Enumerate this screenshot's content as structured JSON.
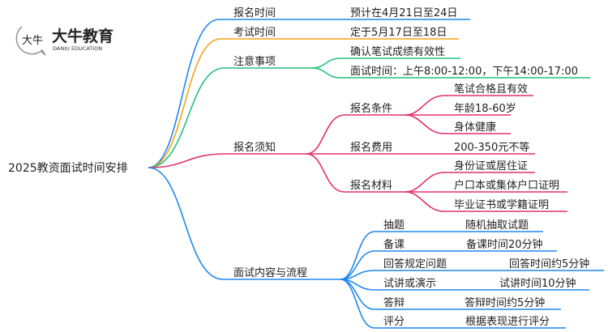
{
  "logo": {
    "cn": "大牛教育",
    "en": "DANIU EDUCATION",
    "mark": "大牛"
  },
  "root": "2025教资面试时间安排",
  "colors": {
    "blue": "#1f87f0",
    "orange": "#f5a31a",
    "green": "#22c27a",
    "crimson": "#e2306f"
  },
  "branches": {
    "signup_time": {
      "label": "报名时间",
      "value": "预计在4月21日至24日"
    },
    "exam_time": {
      "label": "考试时间",
      "value": "定于5月17日至18日"
    },
    "notes": {
      "label": "注意事项",
      "items": [
        "确认笔试成绩有效性",
        "面试时间：上午8:00-12:00，下午14:00-17:00"
      ]
    },
    "signup_info": {
      "label": "报名须知",
      "conditions": {
        "label": "报名条件",
        "items": [
          "笔试合格且有效",
          "年龄18-60岁",
          "身体健康"
        ]
      },
      "fee": {
        "label": "报名费用",
        "value": "200-350元不等"
      },
      "materials": {
        "label": "报名材料",
        "items": [
          "身份证或居住证",
          "户口本或集体户口证明",
          "毕业证书或学籍证明"
        ]
      }
    },
    "process": {
      "label": "面试内容与流程",
      "steps": [
        {
          "label": "抽题",
          "value": "随机抽取试题"
        },
        {
          "label": "备课",
          "value": "备课时间20分钟"
        },
        {
          "label": "回答规定问题",
          "value": "回答时间约5分钟"
        },
        {
          "label": "试讲或演示",
          "value": "试讲时间10分钟"
        },
        {
          "label": "答辩",
          "value": "答辩时间约5分钟"
        },
        {
          "label": "评分",
          "value": "根据表现进行评分"
        }
      ]
    }
  }
}
